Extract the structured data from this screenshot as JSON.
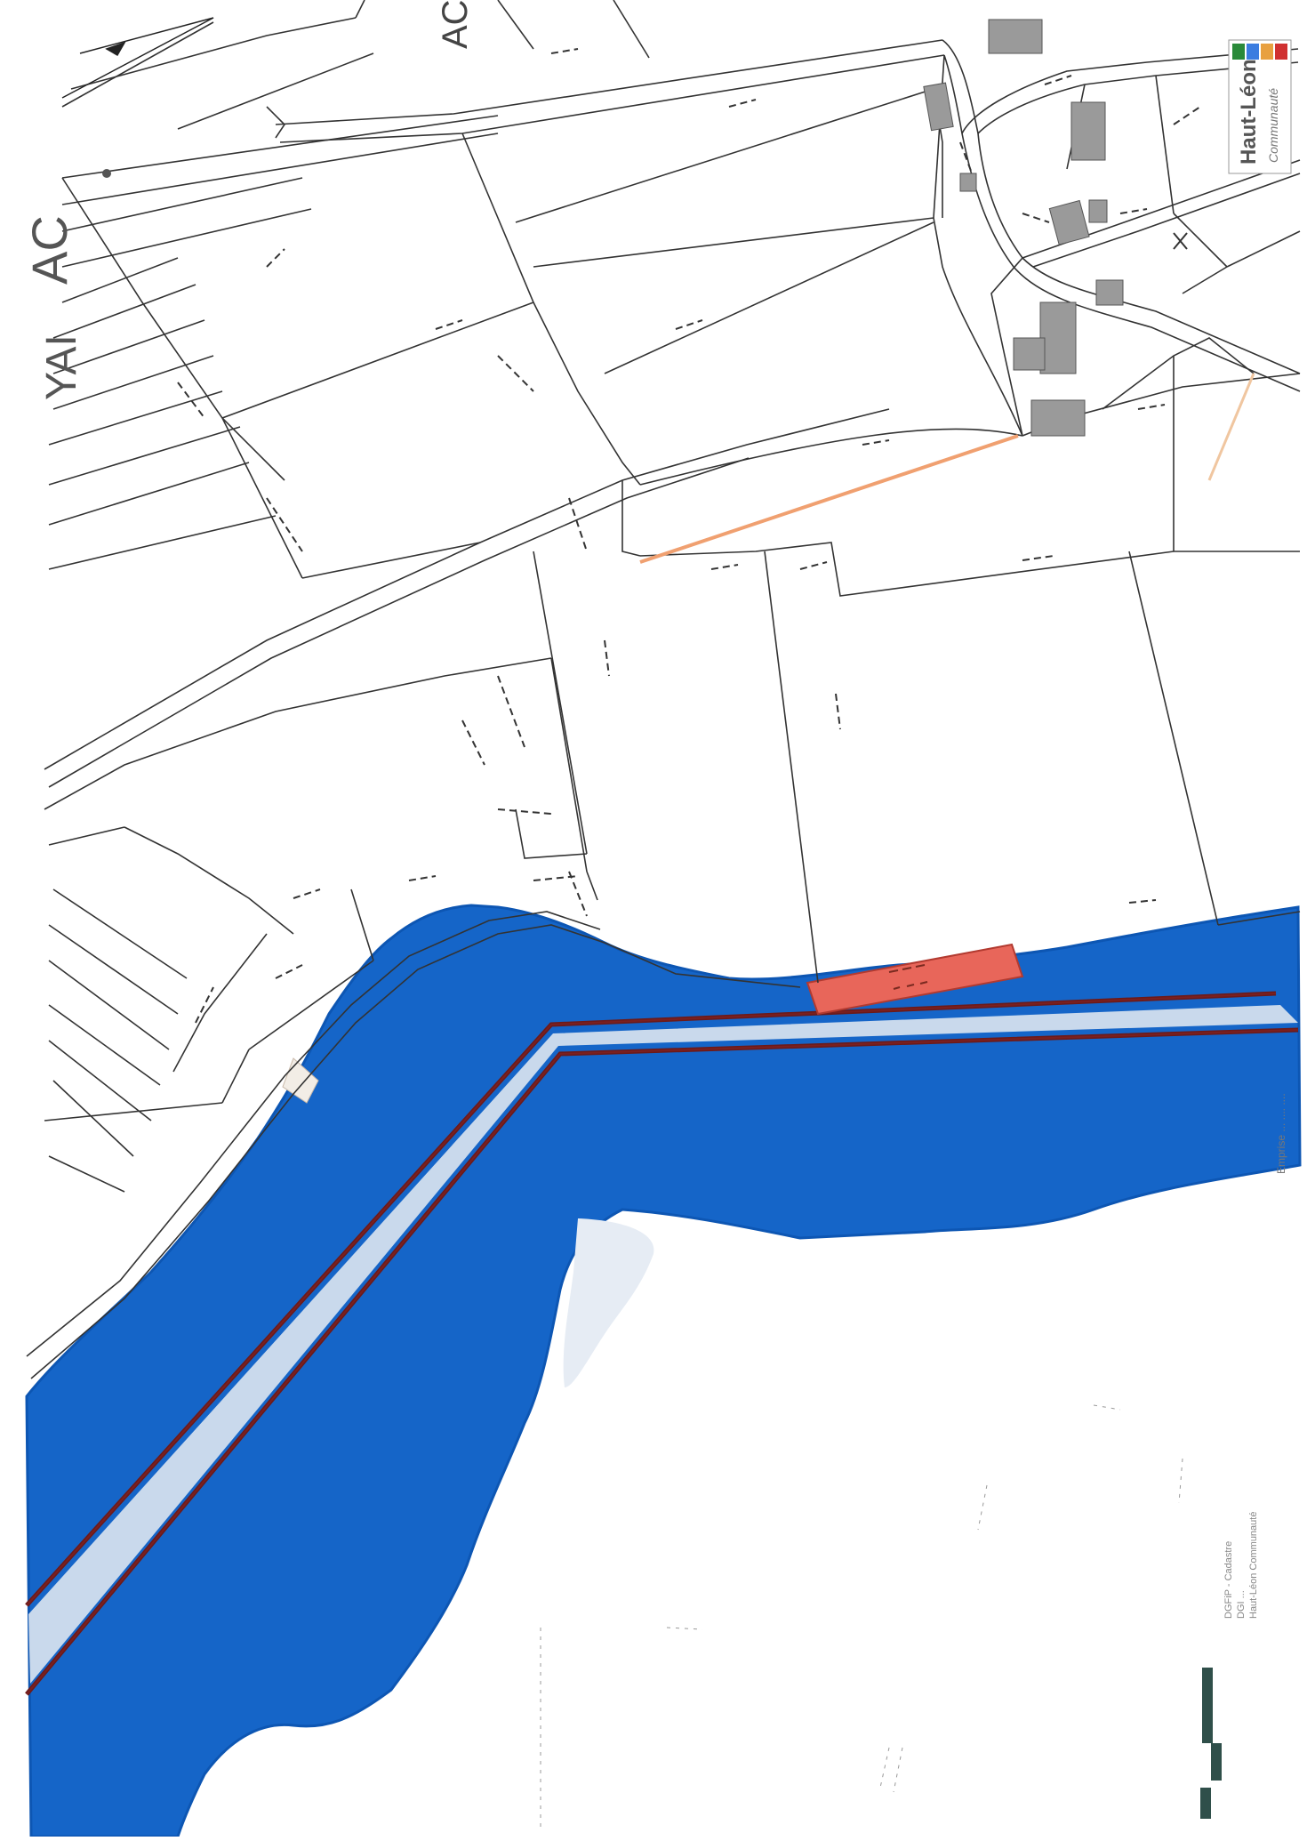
{
  "map": {
    "handwritten_top": "AC",
    "handwritten_left_a": "AC",
    "handwritten_left_b": "YAI",
    "logo": {
      "brand": "Haut-Léon",
      "tagline": "Communauté"
    },
    "sidebar_text": "Emprise ... .... ....",
    "credits": [
      "DGFiP - Cadastre",
      "DGI ...",
      "Haut-Léon Communauté"
    ],
    "colors": {
      "water": "#1565c8",
      "water_edge": "#0d56b3",
      "highlight_parcel": "#e8665a",
      "highlight_line": "#f0a070",
      "parcel_line": "#333333",
      "road_line": "#444444",
      "building": "#9a9a9a",
      "channel": "#6b1a1a",
      "scale_bar": "#2f4f4a"
    },
    "legend_icons": [
      "compass-icon",
      "logo-icon",
      "scale-bar-icon"
    ]
  }
}
